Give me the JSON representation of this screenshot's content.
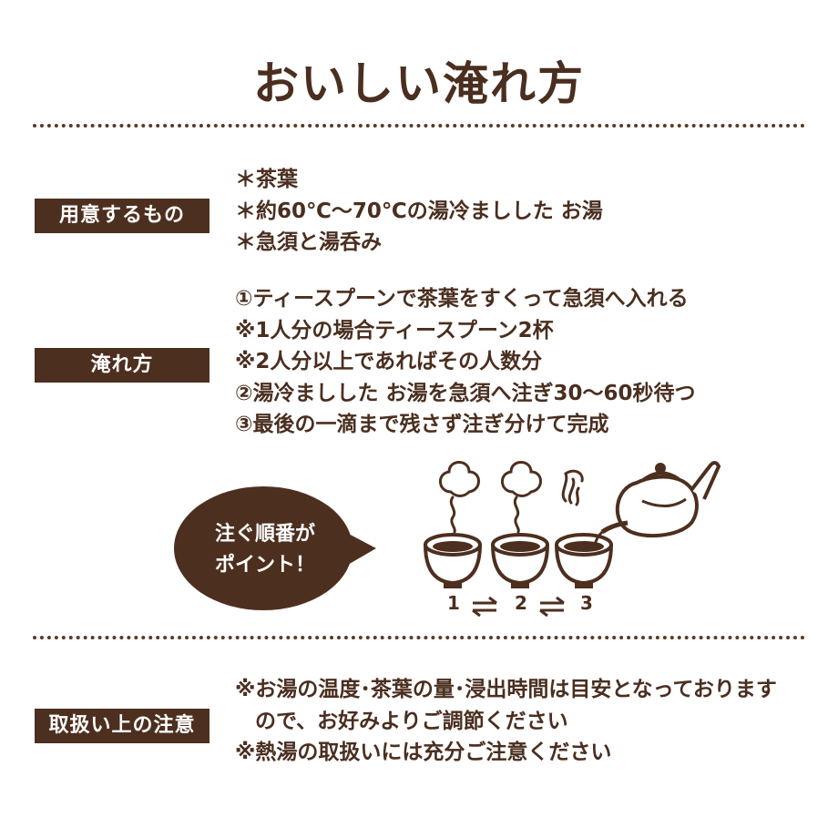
{
  "title": "おいしい淹れ方",
  "sections": {
    "prepare": {
      "label": "用意するもの",
      "items": [
        "＊茶葉",
        "＊約60℃〜70℃の湯冷ましした お湯",
        "＊急須と湯呑み"
      ]
    },
    "brew": {
      "label": "淹れ方",
      "items": [
        "①ティースプーンで茶葉をすくって急須へ入れる",
        "※1人分の場合ティースプーン2杯",
        "※2人分以上であればその人数分",
        "②湯冷ましした お湯を急須へ注ぎ30〜60秒待つ",
        "③最後の一滴まで残さず注ぎ分けて完成"
      ]
    },
    "caution": {
      "label": "取扱い上の注意",
      "items": [
        "※お湯の温度･茶葉の量･浸出時間は目安となっております",
        "ので、お好みよりご調節ください",
        "※熱湯の取扱いには充分ご注意ください"
      ]
    }
  },
  "bubble": {
    "line1": "注ぐ順番が",
    "line2": "ポイント！"
  },
  "pour_order": [
    "1",
    "2",
    "3"
  ],
  "colors": {
    "brown": "#4d2f1f",
    "text": "#4a2e1f",
    "background": "#ffffff"
  }
}
